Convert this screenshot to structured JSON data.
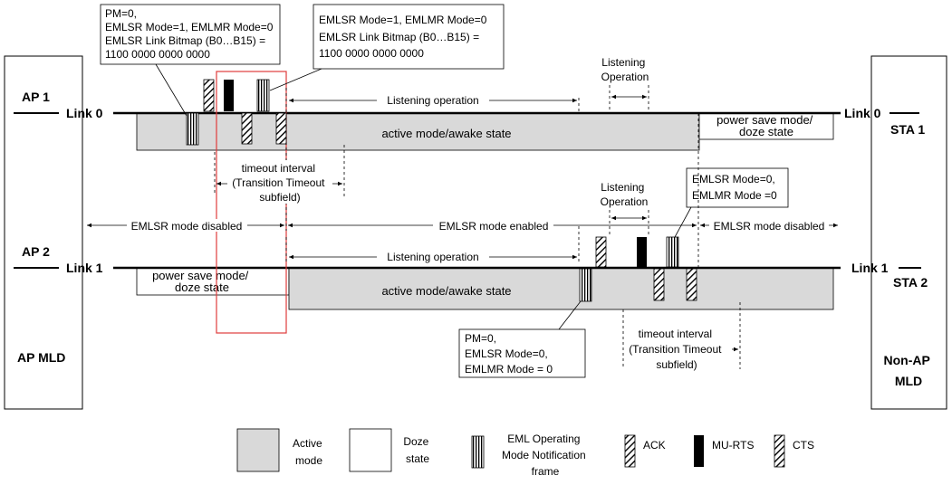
{
  "colors": {
    "active": "#d9d9d9",
    "doze": "#ffffff",
    "highlight": "#e03c3c",
    "line": "#000000"
  },
  "devices": {
    "ap1": "AP 1",
    "ap2": "AP 2",
    "ap_mld": "AP MLD",
    "sta1": "STA 1",
    "sta2": "STA 2",
    "non_ap_mld": [
      "Non-AP",
      "MLD"
    ],
    "link0_left": "Link 0",
    "link0_right": "Link 0",
    "link1_left": "Link 1",
    "link1_right": "Link 1"
  },
  "callouts": {
    "top_left": [
      "PM=0,",
      "EMLSR Mode=1, EMLMR Mode=0",
      "EMLSR Link Bitmap (B0…B15) =",
      " 1100 0000 0000 0000"
    ],
    "top_mid": [
      "EMLSR Mode=1, EMLMR Mode=0",
      "EMLSR Link Bitmap (B0…B15) =",
      "1100 0000 0000 0000"
    ],
    "right_mid": [
      "EMLSR Mode=0,",
      "EMLMR Mode =0"
    ],
    "bottom": [
      "PM=0,",
      "EMLSR Mode=0,",
      "EMLMR Mode = 0"
    ]
  },
  "labels": {
    "listening_operation_1": "Listening operation",
    "listening_operation_2": "Listening operation",
    "listening_op_top": [
      "Listening",
      "Operation"
    ],
    "listening_op_mid": [
      "Listening",
      "Operation"
    ],
    "active_awake_1": "active mode/awake state",
    "active_awake_2": "active mode/awake state",
    "psm_doze_1": [
      "power save mode/",
      "doze state"
    ],
    "psm_doze_2": [
      "power save mode/",
      "doze state"
    ],
    "timeout_1": [
      "timeout interval",
      "(Transition Timeout",
      "subfield)"
    ],
    "timeout_2": [
      "timeout interval",
      "(Transition Timeout",
      "subfield)"
    ],
    "emlsr_disabled_left": "EMLSR mode disabled",
    "emlsr_enabled": "EMLSR mode enabled",
    "emlsr_disabled_right": "EMLSR mode disabled"
  },
  "legend": {
    "active": [
      "Active",
      "mode"
    ],
    "doze": [
      "Doze",
      "state"
    ],
    "eml": [
      "EML Operating",
      "Mode Notification",
      "frame"
    ],
    "ack": "ACK",
    "murts": "MU-RTS",
    "cts": "CTS"
  }
}
